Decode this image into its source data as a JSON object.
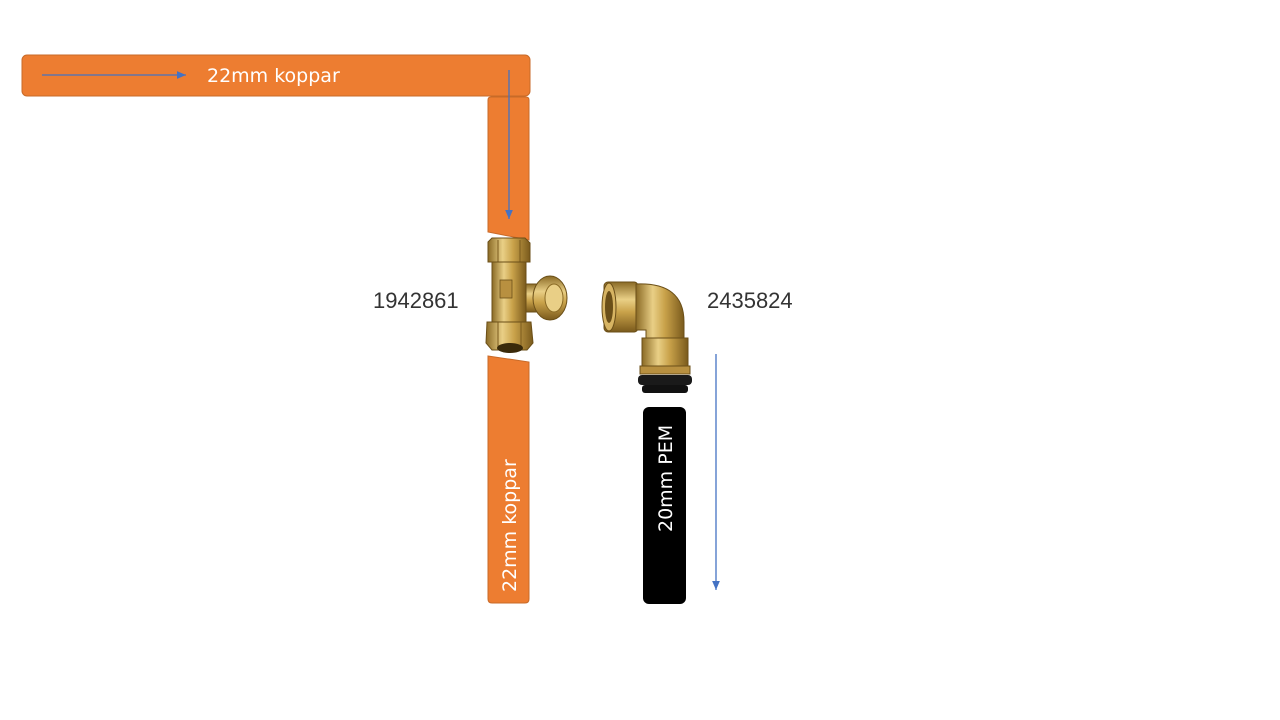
{
  "colors": {
    "copper": "#ED7D31",
    "copper_edge": "#C86A28",
    "pem": "#000000",
    "arrow": "#4472C4",
    "brass": "#C9A24A",
    "brass_dark": "#8A6A25",
    "brass_light": "#E9CF86"
  },
  "pipes": {
    "horizontal_label": "22mm koppar",
    "vertical_label": "22mm koppar",
    "pem_label": "20mm PEM"
  },
  "fittings": {
    "tee_code": "1942861",
    "elbow_code": "2435824"
  },
  "icons": {
    "tee": "brass-tee-fitting-icon",
    "elbow": "brass-elbow-fitting-icon",
    "arrow": "flow-arrow-icon"
  }
}
